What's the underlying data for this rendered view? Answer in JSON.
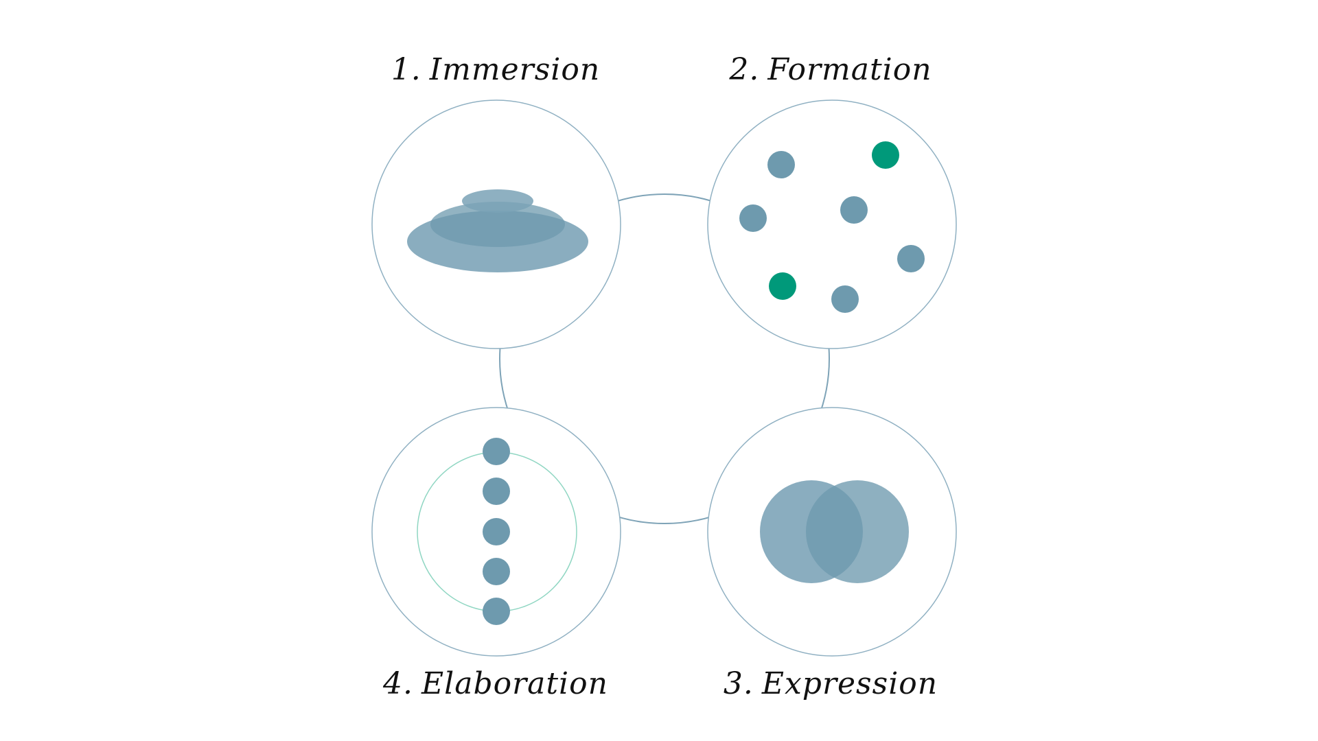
{
  "stages": [
    {
      "number": "1.",
      "name": "Immersion"
    },
    {
      "number": "2.",
      "name": "Formation"
    },
    {
      "number": "3.",
      "name": "Expression"
    },
    {
      "number": "4.",
      "name": "Elaboration"
    }
  ],
  "colors": {
    "outline": "#8fb0c2",
    "connector": "#7ea3b7",
    "dot": "#6e9aae",
    "shape": "#7aa2b6",
    "accent": "#00997a",
    "ring": "#8fd6c2",
    "text": "#111111"
  },
  "formation": {
    "dots_total": 7,
    "highlighted": 2
  },
  "elaboration": {
    "dots_total": 5
  }
}
